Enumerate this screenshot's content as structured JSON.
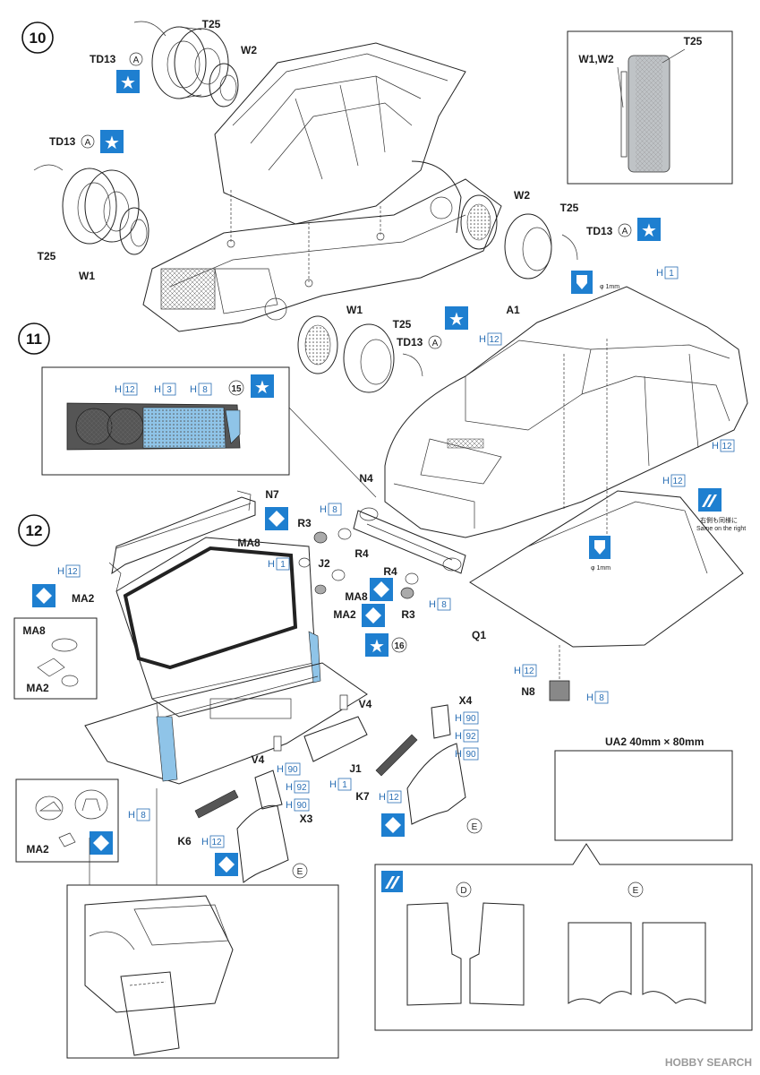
{
  "steps": [
    "10",
    "11",
    "12"
  ],
  "labels": {
    "td13_a": "TD13",
    "circle_a": "A",
    "t25": "T25",
    "w1": "W1",
    "w2": "W2",
    "w1w2": "W1,W2",
    "a1": "A1",
    "n4": "N4",
    "n7": "N7",
    "n8": "N8",
    "r3": "R3",
    "r4": "R4",
    "ma8": "MA8",
    "ma2": "MA2",
    "j1": "J1",
    "j2": "J2",
    "v4": "V4",
    "x3": "X3",
    "x4": "X4",
    "k6": "K6",
    "k7": "K7",
    "q1": "Q1",
    "circle_15": "15",
    "circle_16": "16",
    "circle_d": "D",
    "circle_e": "E",
    "phi1mm": "φ 1mm",
    "right_same_jp": "右側も同様に",
    "right_same_en": "Same on the right",
    "ua2": "UA2  40mm × 80mm"
  },
  "paint": {
    "h1": "1",
    "h3": "3",
    "h8": "8",
    "h12": "12",
    "h90": "90",
    "h92": "92"
  },
  "watermark": "HOBBY SEARCH",
  "colors": {
    "decal_blue": "#1e7fd0",
    "paint_blue": "#2a6fb5",
    "panel_gray": "#bfc3c6",
    "light_blue": "#8fc4e8"
  }
}
